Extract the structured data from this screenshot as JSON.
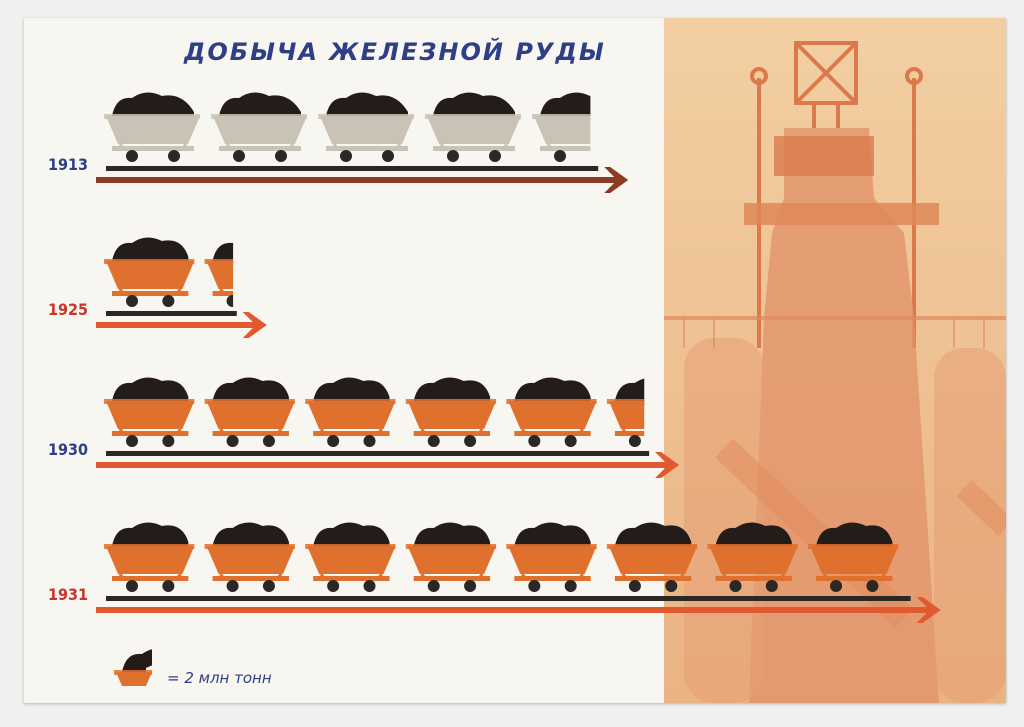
{
  "chart_data": {
    "type": "bar",
    "orientation": "horizontal",
    "title": "ДОБЫЧА ЖЕЛЕЗНОЙ РУДЫ",
    "categories": [
      "1913",
      "1925",
      "1930",
      "1931"
    ],
    "values": [
      9.2,
      2.6,
      10.8,
      16
    ],
    "unit_per_icon": 2,
    "legend": {
      "label": "= 2 млн тонн",
      "placement": "bottom-left"
    },
    "category_colors": [
      "#2f3f86",
      "#c8352b",
      "#2f3f86",
      "#c8352b"
    ],
    "grid": false
  },
  "colors": {
    "title": "#2f3f86",
    "cart_1913": "#c9c3b6",
    "cart_other": "#e0702e",
    "ore": "#241c18",
    "rail_dark": "#2a2724",
    "arrow_1913": "#8c3b25",
    "arrow_other": "#e0592f",
    "background_furnace": "#efc493"
  }
}
